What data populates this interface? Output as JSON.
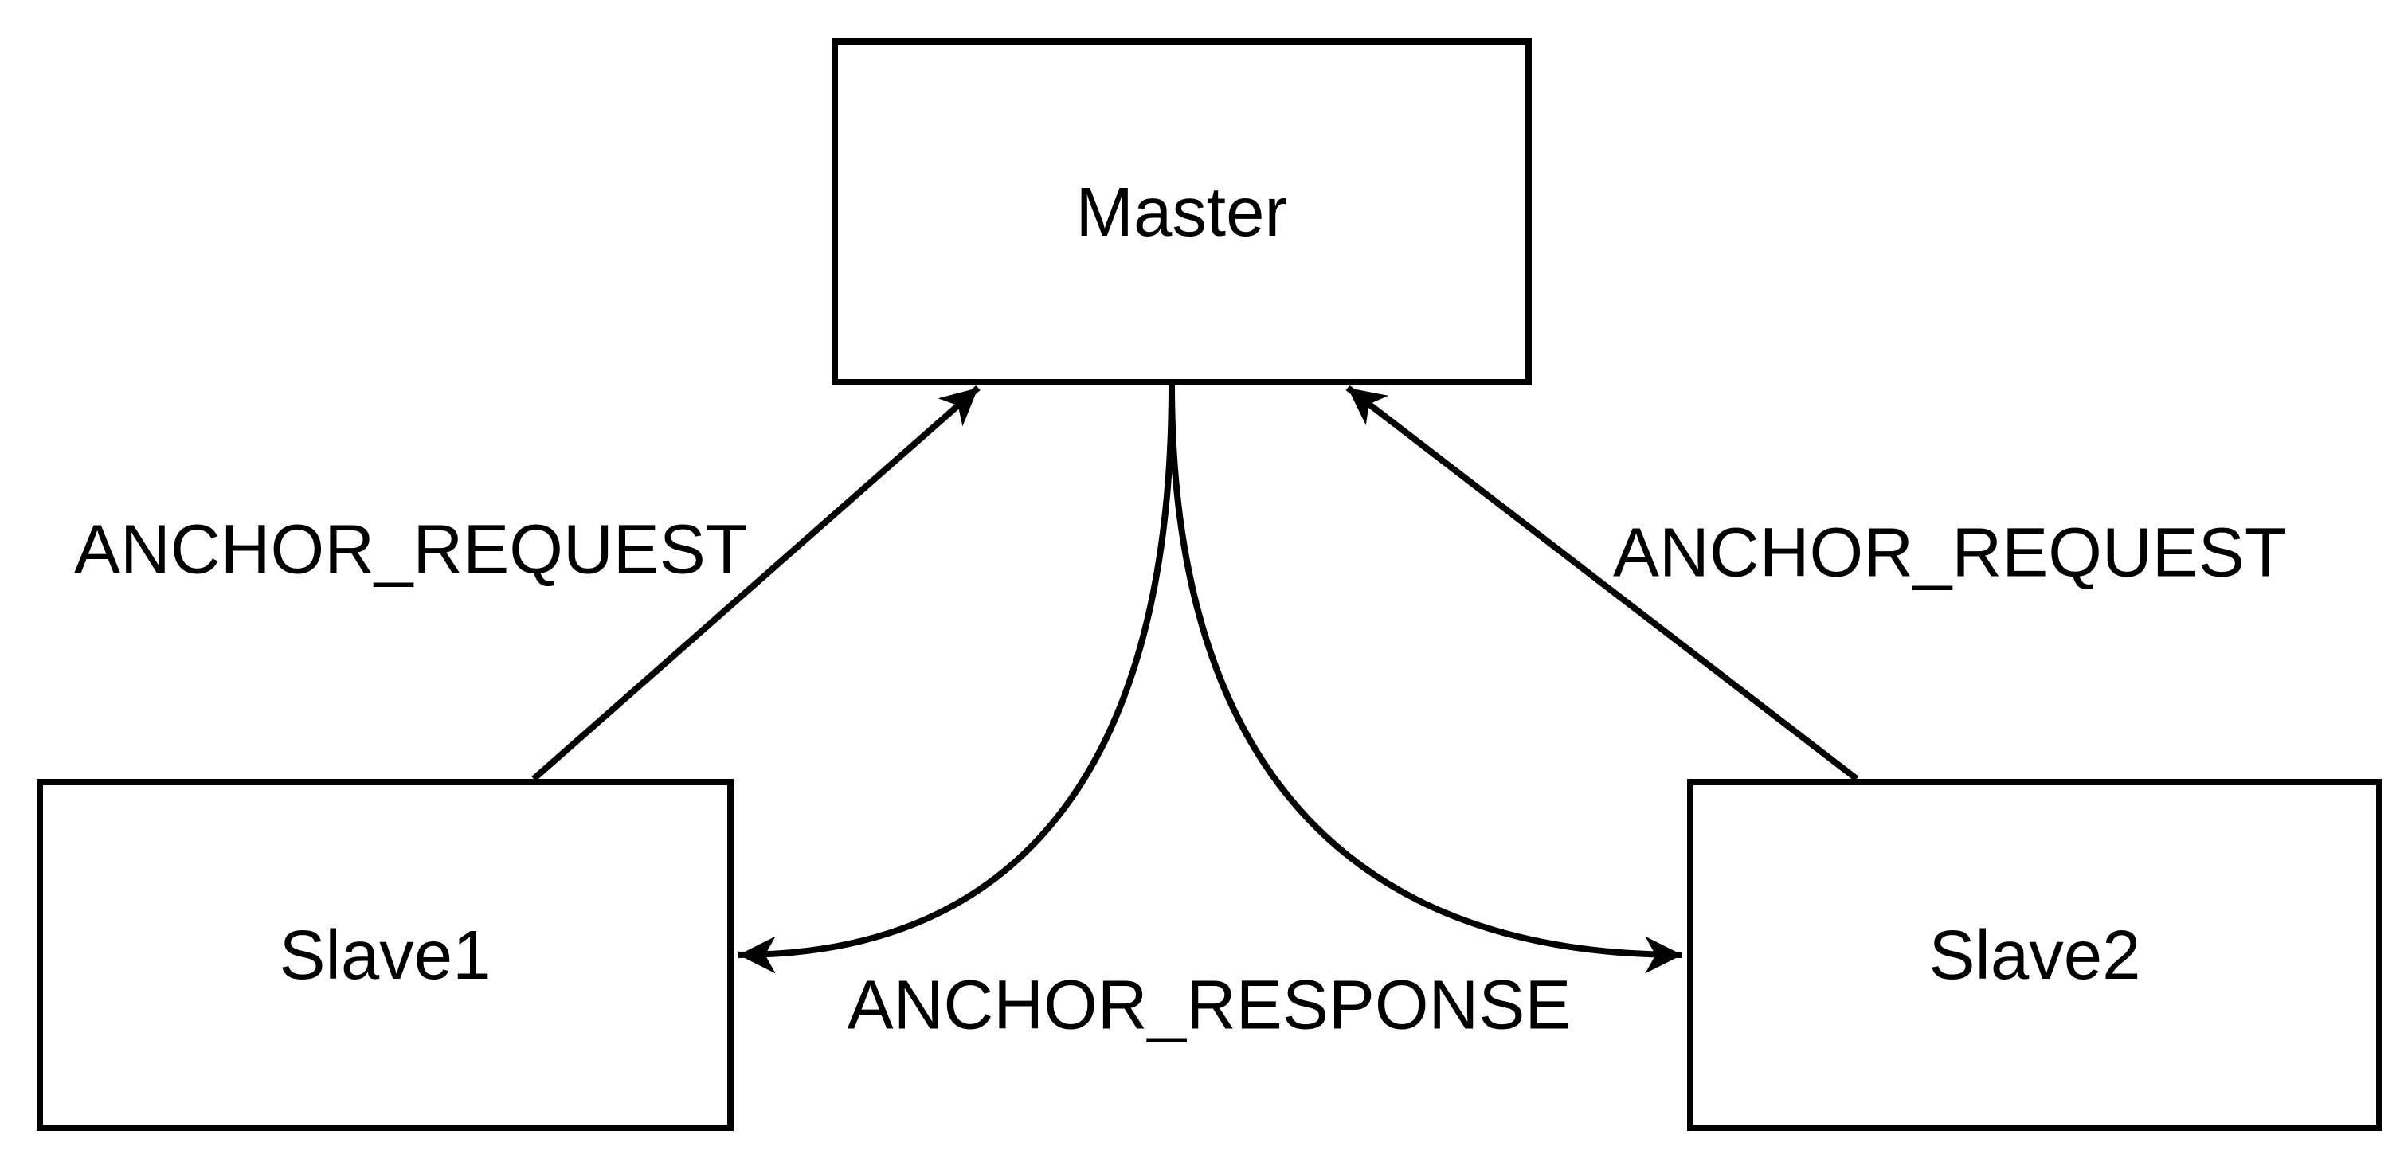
{
  "diagram": {
    "type": "node-edge diagram",
    "background_color": "#ffffff",
    "stroke_color": "#000000"
  },
  "nodes": [
    {
      "id": "master",
      "label": "Master"
    },
    {
      "id": "slave1",
      "label": "Slave1"
    },
    {
      "id": "slave2",
      "label": "Slave2"
    }
  ],
  "edges": [
    {
      "id": "request-left",
      "label": "ANCHOR_REQUEST",
      "from": "Slave1",
      "to": "Master",
      "style": "straight-arrow"
    },
    {
      "id": "request-right",
      "label": "ANCHOR_REQUEST",
      "from": "Slave2",
      "to": "Master",
      "style": "straight-arrow"
    },
    {
      "id": "response",
      "label": "ANCHOR_RESPONSE",
      "from": "Master",
      "to": "Slave1, Slave2",
      "style": "curved-double-branch-arrow"
    }
  ]
}
